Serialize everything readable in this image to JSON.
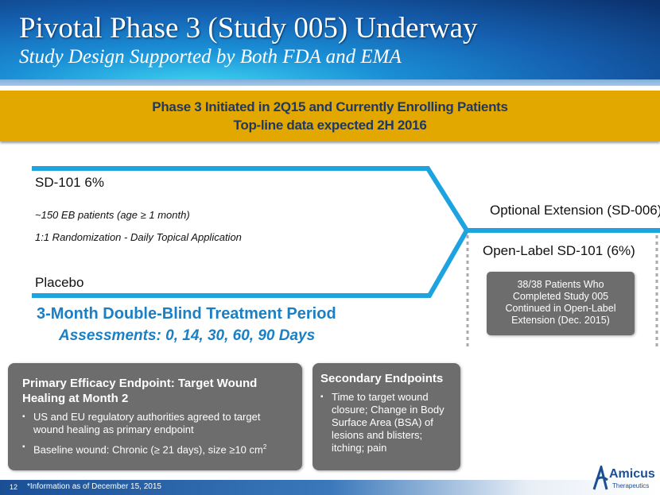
{
  "header": {
    "title": "Pivotal Phase 3 (Study 005) Underway",
    "subtitle": "Study Design Supported by Both FDA and EMA"
  },
  "banner": {
    "line1": "Phase 3 Initiated in 2Q15 and Currently Enrolling Patients",
    "line2": "Top-line data expected 2H 2016"
  },
  "diagram": {
    "arm_active": "SD-101 6%",
    "population": "~150 EB patients (age ≥ 1 month)",
    "randomization": "1:1 Randomization - Daily Topical Application",
    "arm_placebo": "Placebo",
    "extension": "Optional Extension (SD-006)",
    "open_label": "Open-Label SD-101 (6%)",
    "extension_note": "38/38 Patients Who Completed Study 005 Continued in Open-Label Extension (Dec. 2015)",
    "period": "3-Month Double-Blind Treatment Period",
    "assessments": "Assessments: 0, 14, 30, 60, 90 Days",
    "line_color": "#1CA3E0"
  },
  "primary": {
    "title": "Primary Efficacy Endpoint: Target Wound Healing at Month 2",
    "bullets": [
      "US and EU regulatory authorities agreed to target wound healing as primary endpoint",
      "Baseline wound: Chronic (≥ 21 days), size ≥10 cm"
    ],
    "superscript": "2"
  },
  "secondary": {
    "title": "Secondary Endpoints",
    "bullets": [
      "Time to target wound closure; Change in Body Surface Area (BSA) of lesions and blisters; itching; pain"
    ]
  },
  "footer": {
    "page": "12",
    "note": "*Information as of December 15, 2015",
    "logo_name": "Amicus",
    "logo_sub": "Therapeutics"
  }
}
